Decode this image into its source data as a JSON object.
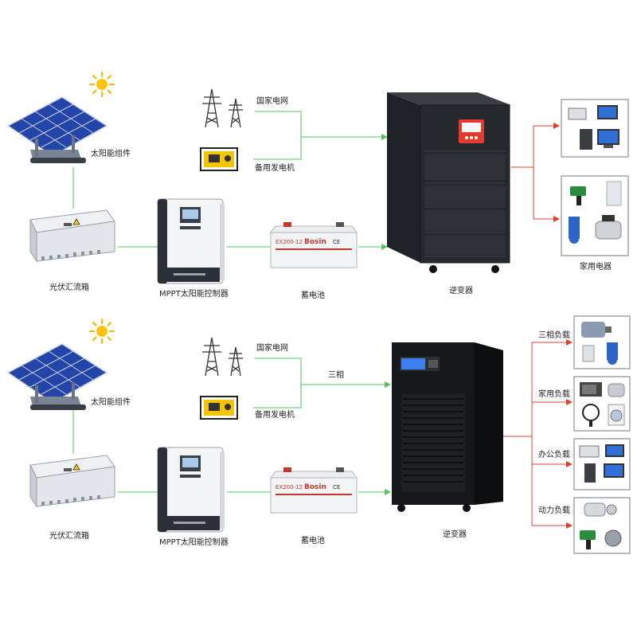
{
  "colors": {
    "green_wire": "#52c65b",
    "red_wire": "#d9422c"
  },
  "top": {
    "solar_panel": "太阳能组件",
    "grid": "国家电网",
    "generator": "备用发电机",
    "combiner_box": "光伏汇流箱",
    "controller": "MPPT太阳能控制器",
    "battery": "蓄电池",
    "inverter": "逆变器",
    "home_appliances": "家用电器",
    "battery_model": "EX200-12",
    "battery_brand": "Bosin",
    "battery_cert": "CE"
  },
  "bottom": {
    "solar_panel": "太阳能组件",
    "grid": "国家电网",
    "three_phase": "三相",
    "generator": "备用发电机",
    "combiner_box": "光伏汇流箱",
    "controller": "MPPT太阳能控制器",
    "battery": "蓄电池",
    "inverter": "逆变器",
    "battery_model": "EX200-12",
    "battery_brand": "Bosin",
    "battery_cert": "CE",
    "loads": {
      "three_phase": "三相负载",
      "household": "家用负载",
      "office": "办公负载",
      "power": "动力负载"
    }
  }
}
